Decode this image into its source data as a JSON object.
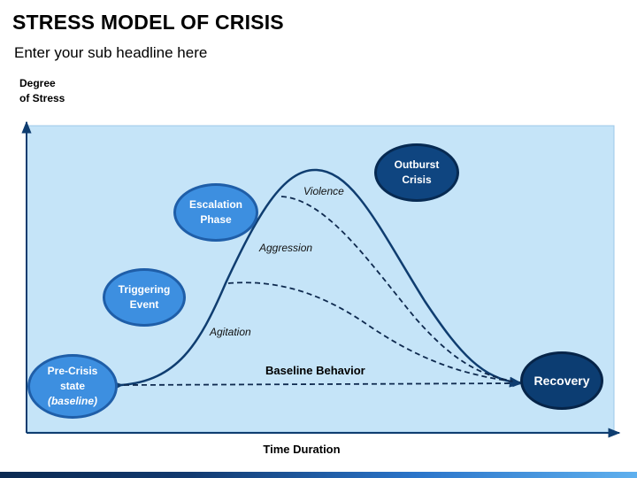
{
  "title": "STRESS MODEL OF CRISIS",
  "subtitle": "Enter your sub headline here",
  "axes": {
    "y_label_line1": "Degree",
    "y_label_line2": "of Stress",
    "x_label": "Time Duration"
  },
  "nodes": {
    "pre_crisis": {
      "line1": "Pre-Crisis",
      "line2": "state",
      "line3": "(baseline)"
    },
    "triggering": {
      "line1": "Triggering",
      "line2": "Event"
    },
    "escalation": {
      "line1": "Escalation",
      "line2": "Phase"
    },
    "outburst": {
      "line1": "Outburst",
      "line2": "Crisis"
    },
    "recovery": {
      "label": "Recovery"
    }
  },
  "curve_labels": {
    "violence": "Violence",
    "aggression": "Aggression",
    "agitation": "Agitation",
    "baseline": "Baseline Behavior"
  },
  "colors": {
    "plot_background": "#c5e4f8",
    "curve": "#0f3d70",
    "bubble_light": "#3d8fe0",
    "bubble_dark": "#0f4580"
  }
}
